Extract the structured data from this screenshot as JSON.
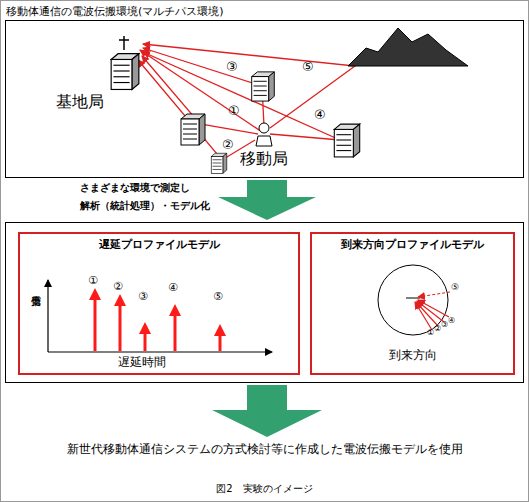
{
  "diagram": {
    "caption": "図2　実験のイメージ",
    "nodes": [
      {
        "text": [
          "移動体通信の電波伝搬環境(マルチパス環境)"
        ]
      },
      {
        "text": [
          "遅延プロファイルモデル"
        ]
      },
      {
        "text": [
          "到来方向プロファイルモデル"
        ]
      }
    ],
    "labels": [
      "基地局",
      "①",
      "②",
      "③",
      "④",
      "⑤",
      "移動局",
      "さまざまな環境で測定し",
      "解析（統計処理）・モデル化",
      "受信電力",
      "遅延時間",
      "①",
      "②",
      "③",
      "④",
      "⑤",
      "⑤",
      "①",
      "②",
      "③",
      "④",
      "到来方向",
      "新世代移動体通信システムの方式検討等に作成した電波伝搬モデルを使用"
    ]
  }
}
